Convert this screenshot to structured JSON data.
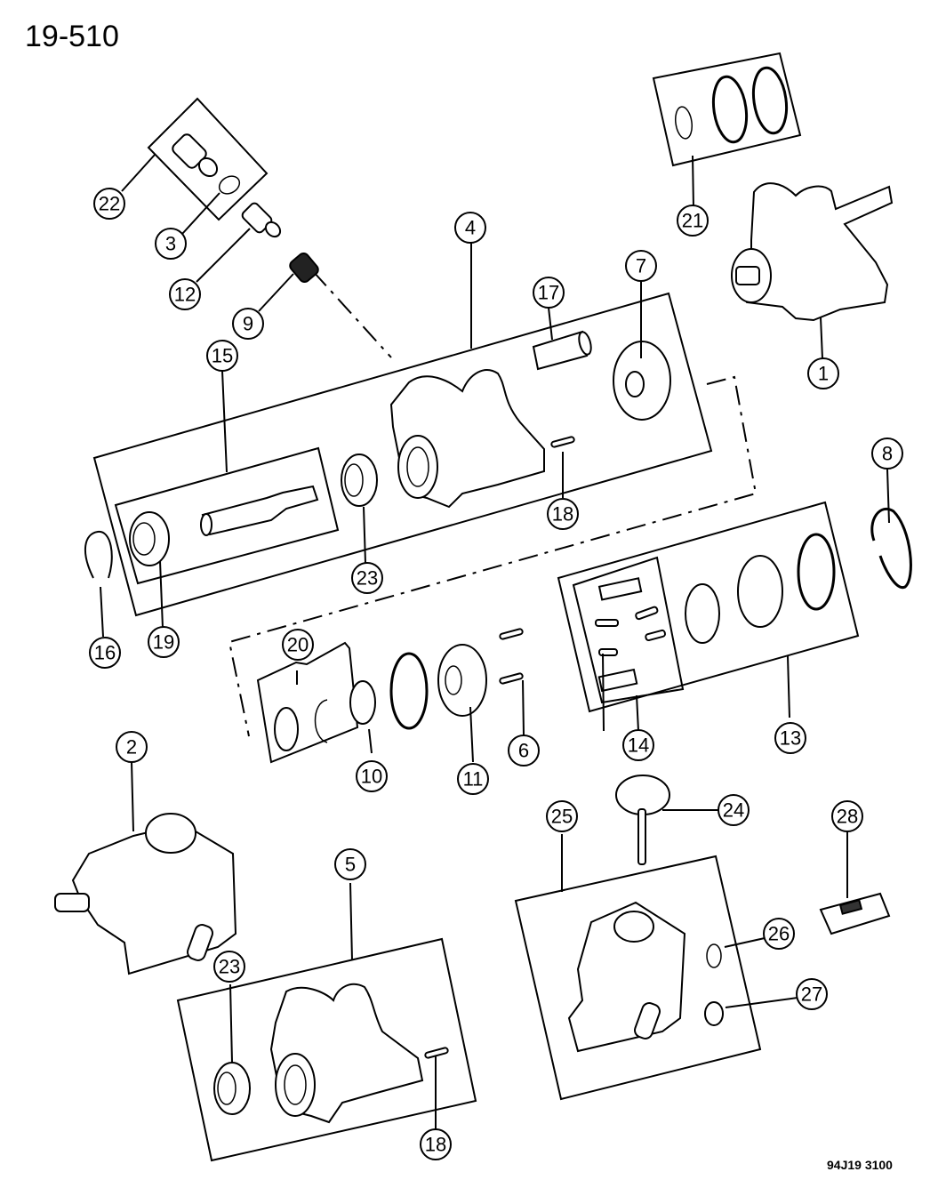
{
  "header": {
    "title": "19-510"
  },
  "footer": {
    "diagram_code": "94J19 3100"
  },
  "callouts": [
    {
      "id": "1",
      "label": "1"
    },
    {
      "id": "2",
      "label": "2"
    },
    {
      "id": "3",
      "label": "3"
    },
    {
      "id": "4",
      "label": "4"
    },
    {
      "id": "5",
      "label": "5"
    },
    {
      "id": "6",
      "label": "6"
    },
    {
      "id": "7",
      "label": "7"
    },
    {
      "id": "8",
      "label": "8"
    },
    {
      "id": "9",
      "label": "9"
    },
    {
      "id": "10",
      "label": "10"
    },
    {
      "id": "11",
      "label": "11"
    },
    {
      "id": "12",
      "label": "12"
    },
    {
      "id": "13",
      "label": "13"
    },
    {
      "id": "14",
      "label": "14"
    },
    {
      "id": "15",
      "label": "15"
    },
    {
      "id": "16",
      "label": "16"
    },
    {
      "id": "17",
      "label": "17"
    },
    {
      "id": "18a",
      "label": "18"
    },
    {
      "id": "18b",
      "label": "18"
    },
    {
      "id": "19",
      "label": "19"
    },
    {
      "id": "20",
      "label": "20"
    },
    {
      "id": "21",
      "label": "21"
    },
    {
      "id": "22",
      "label": "22"
    },
    {
      "id": "23a",
      "label": "23"
    },
    {
      "id": "23b",
      "label": "23"
    },
    {
      "id": "24",
      "label": "24"
    },
    {
      "id": "25",
      "label": "25"
    },
    {
      "id": "26",
      "label": "26"
    },
    {
      "id": "27",
      "label": "27"
    },
    {
      "id": "28",
      "label": "28"
    }
  ]
}
